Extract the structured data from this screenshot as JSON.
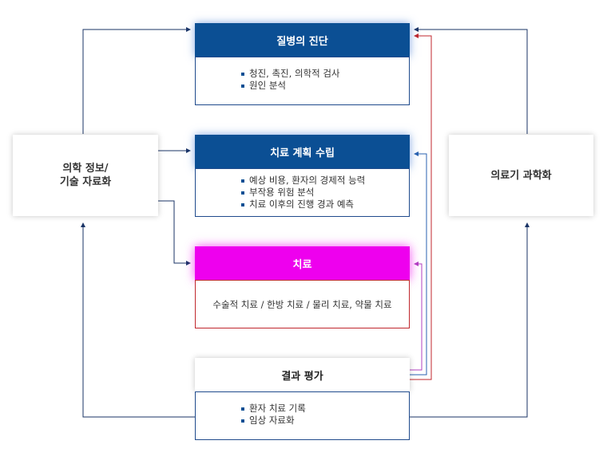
{
  "left_box": {
    "label": "의학 정보/\n기술 자료화"
  },
  "right_box": {
    "label": "의료기 과학화"
  },
  "stages": [
    {
      "title": "질병의 진단",
      "items": [
        "청진, 촉진, 의학적 검사",
        "원인 분석"
      ]
    },
    {
      "title": "치료 계획 수립",
      "items": [
        "예상 비용, 환자의 경제적 능력",
        "부작용 위험 분석",
        "치료 이후의 진행 경과 예측"
      ]
    },
    {
      "title": "치료",
      "text": "수술적 치료 / 한방 치료 / 물리 치료, 약물 치료"
    },
    {
      "title": "결과 평가",
      "items": [
        "환자 치료 기록",
        "임상 자료화"
      ]
    }
  ],
  "colors": {
    "header_blue": "#0b4f94",
    "header_magenta": "#ee00ee",
    "line_navy": "#1a3366",
    "line_red": "#c0272d",
    "line_purple": "#b040c0",
    "line_blue": "#2a62b0"
  }
}
